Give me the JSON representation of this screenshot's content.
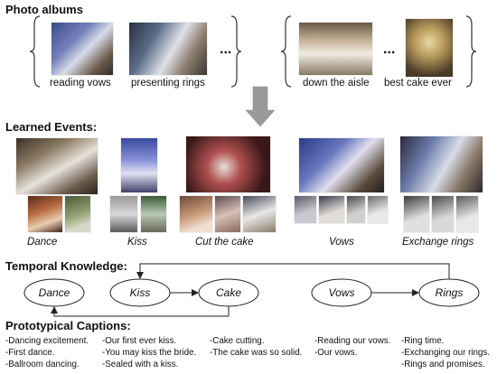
{
  "headings": {
    "photo_albums": "Photo albums",
    "learned_events": "Learned Events:",
    "temporal_knowledge": "Temporal Knowledge:",
    "prototypical_captions": "Prototypical Captions:"
  },
  "albums": {
    "ellipsis": "...",
    "captions": [
      "reading vows",
      "presenting rings",
      "down the aisle",
      "best cake ever"
    ]
  },
  "events": [
    "Dance",
    "Kiss",
    "Cut the cake",
    "Vows",
    "Exchange rings"
  ],
  "graph_nodes": [
    "Dance",
    "Kiss",
    "Cake",
    "Vows",
    "Rings"
  ],
  "captions": [
    [
      "-Dancing excitement.",
      "-First dance.",
      "-Ballroom dancing."
    ],
    [
      "-Our first ever kiss.",
      "-You may kiss the bride.",
      "-Sealed with a kiss."
    ],
    [
      "-Cake cutting.",
      "-The cake was so solid."
    ],
    [
      "-Reading our vows.",
      "-Our vows."
    ],
    [
      "-Ring time.",
      "-Exchanging our rings.",
      "-Rings and promises."
    ]
  ],
  "colors": {
    "arrow_fill": "#9a9a9a",
    "line": "#222222"
  }
}
